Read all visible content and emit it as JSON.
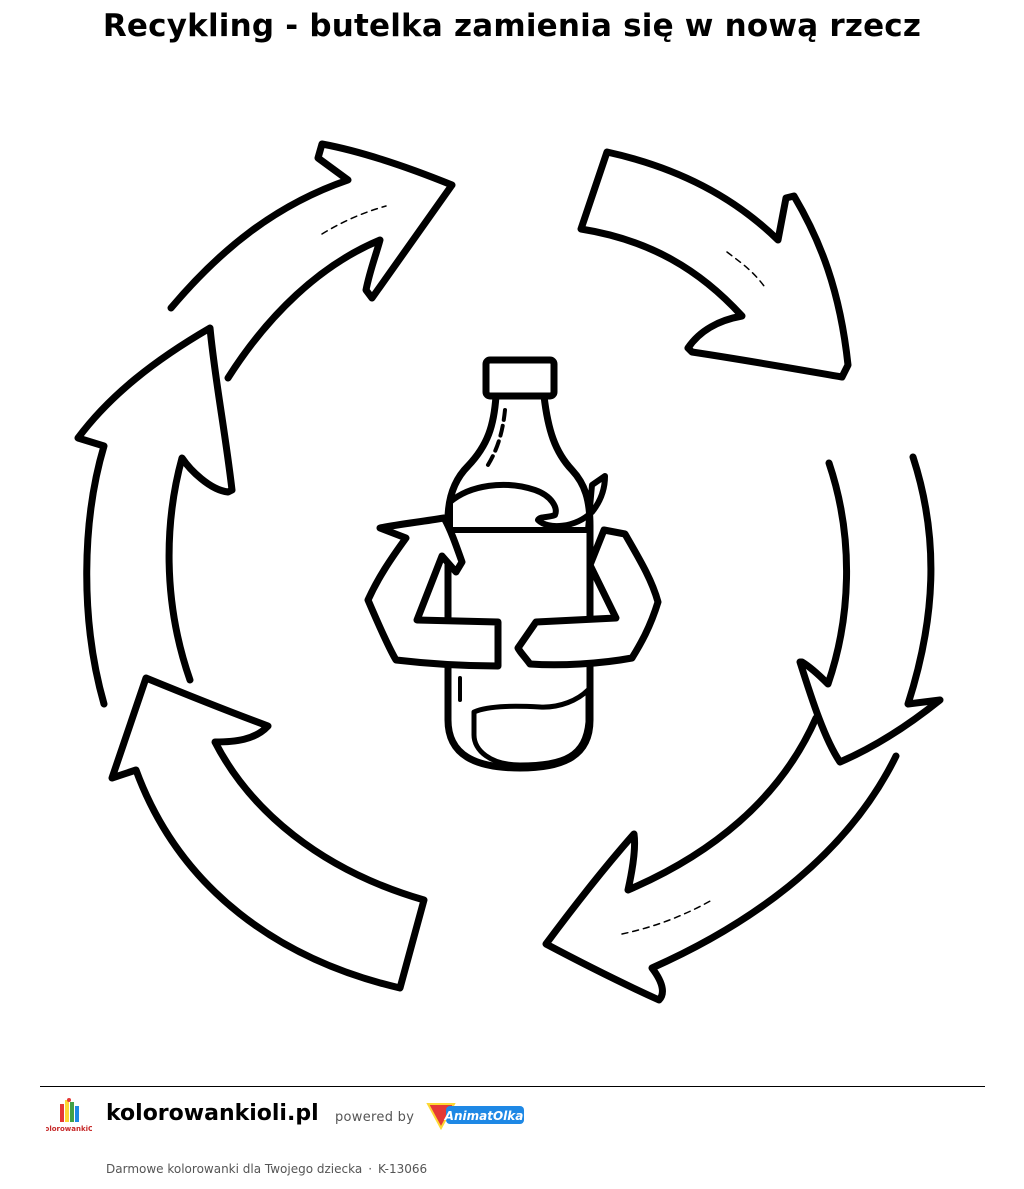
{
  "page": {
    "title": "Recykling - butelka zamienia się w nową rzecz"
  },
  "illustration": {
    "subject": "recycling-arrows-around-bottle",
    "stroke_color": "#000000",
    "fill_color": "#ffffff"
  },
  "footer": {
    "site_logo_icon": "kolorowankioli-logo-icon",
    "site_logo_text": "KolorowankiOli",
    "site_name": "kolorowankioli.pl",
    "powered_by": "powered by",
    "partner_logo_icon": "animatolka-logo-icon",
    "partner_logo_text": "AnimatOlka",
    "tagline": "Darmowe kolorowanki dla Twojego dziecka",
    "separator": "·",
    "code": "K-13066"
  },
  "colors": {
    "partner_blue": "#1e88e5",
    "partner_red": "#e53935",
    "partner_yellow": "#fdd835"
  }
}
